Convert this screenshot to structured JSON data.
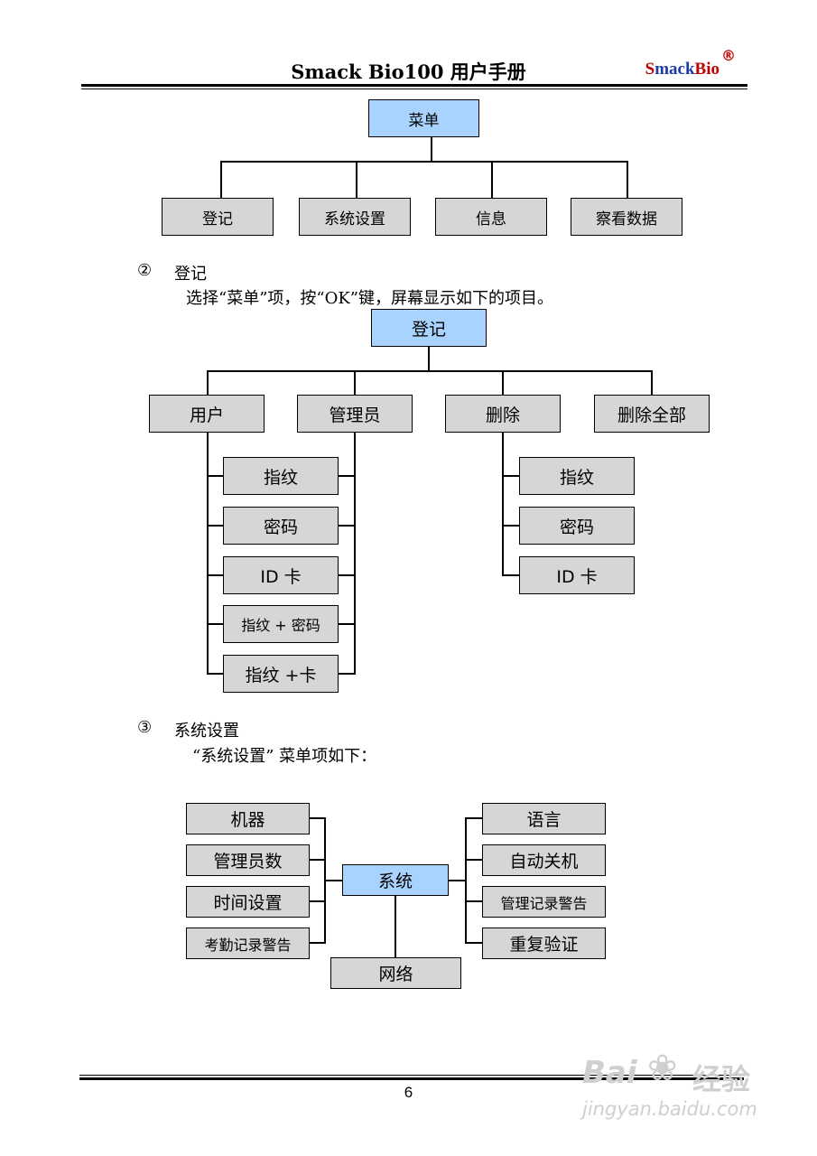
{
  "header": {
    "title": "Smack Bio100  用户手册",
    "brand_s": "S",
    "brand_rest1": "mack",
    "brand_b": "Bio",
    "brand_mark": "®"
  },
  "diagram_menu": {
    "root": "菜单",
    "children": [
      "登记",
      "系统设置",
      "信息",
      "察看数据"
    ]
  },
  "section2": {
    "number": "②",
    "title": "登记",
    "desc": "选择“菜单”项，按“OK”键，屏幕显示如下的项目。"
  },
  "diagram_register": {
    "root": "登记",
    "children": [
      "用户",
      "管理员",
      "删除",
      "删除全部"
    ],
    "user_admin_options": [
      "指纹",
      "密码",
      "ID 卡",
      "指纹 + 密码",
      "指纹 +卡"
    ],
    "delete_options": [
      "指纹",
      "密码",
      "ID 卡"
    ]
  },
  "section3": {
    "number": "③",
    "title": "系统设置",
    "desc": "“系统设置” 菜单项如下："
  },
  "diagram_system": {
    "root": "系统",
    "left": [
      "机器",
      "管理员数",
      "时间设置",
      "考勤记录警告"
    ],
    "right": [
      "语言",
      "自动关机",
      "管理记录警告",
      "重复验证"
    ],
    "bottom": "网络"
  },
  "footer": {
    "page_number": "6"
  },
  "watermark": {
    "text1": "Bai",
    "text2": "经验",
    "url": "jingyan.baidu.com"
  }
}
